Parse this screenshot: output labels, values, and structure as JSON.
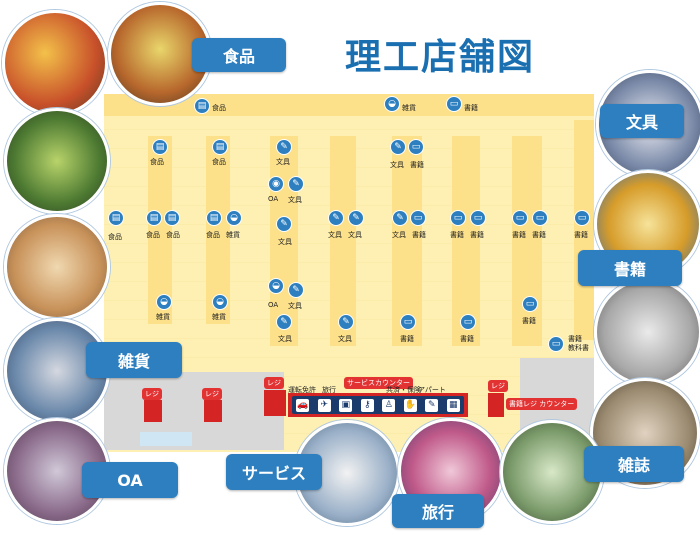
{
  "title": "理工店舗図",
  "categories": {
    "food": "食品",
    "stationery": "文具",
    "books": "書籍",
    "goods": "雑貨",
    "oa": "OA",
    "magazines": "雑誌",
    "service": "サービス",
    "travel": "旅行"
  },
  "map_labels": {
    "food": "食品",
    "goods": "雑貨",
    "stationery": "文具",
    "books": "書籍",
    "oa": "OA",
    "textbook": "教科書",
    "register": "レジ",
    "service_counter": "サービスカウンター",
    "driving_school": "運転免許",
    "travel": "旅行",
    "mutual_aid": "共済・保険",
    "apartment": "アパート",
    "book_register_counter": "書籍レジ カウンター"
  },
  "colors": {
    "brand_blue": "#2d7fc0",
    "floor_yellow": "#fdf0b2",
    "register_red": "#d42424",
    "service_navy": "#1b3b6c"
  }
}
